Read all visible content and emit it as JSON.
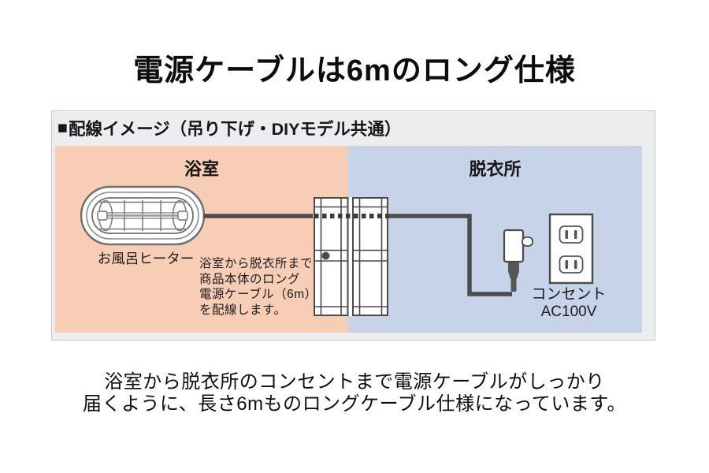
{
  "page": {
    "title": "電源ケーブルは6mのロング仕様",
    "caption": "浴室から脱衣所のコンセントまで電源ケーブルがしっかり\n届くように、長さ6mものロングケーブル仕様になっています。"
  },
  "diagram": {
    "header": {
      "bullet": "■",
      "title": "配線イメージ（吊り下げ・DIYモデル共通）"
    },
    "bathroom": {
      "label": "浴室",
      "heater_label": "お風呂ヒーター",
      "wiring_note": "浴室から脱衣所まで\n商品本体のロング\n電源ケーブル（6m）\nを配線します。",
      "bg_color": "#f8cdb6"
    },
    "dressing_room": {
      "label": "脱衣所",
      "outlet_label_line1": "コンセント",
      "outlet_label_line2": "AC100V",
      "bg_color": "#c6d3e9"
    },
    "colors": {
      "panel_bg": "#ecedee",
      "cable": "#4c4c4c",
      "line_dark": "#4a4a4a"
    }
  }
}
